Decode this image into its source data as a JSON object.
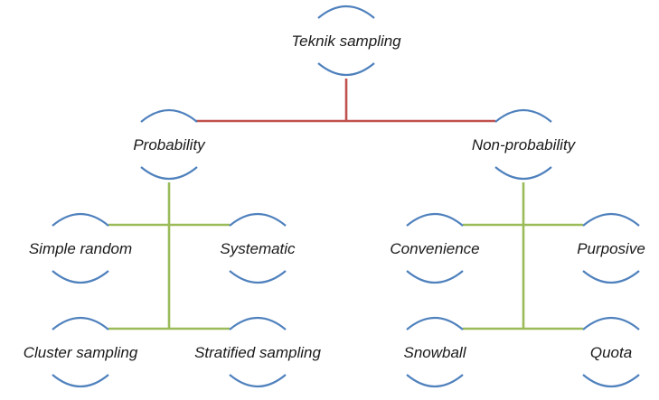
{
  "diagram": {
    "root": {
      "label": "Teknik sampling"
    },
    "branches": [
      {
        "label": "Probability",
        "children": [
          "Simple random",
          "Systematic",
          "Cluster sampling",
          "Stratified sampling"
        ]
      },
      {
        "label": "Non-probability",
        "children": [
          "Convenience",
          "Purposive",
          "Snowball",
          "Quota"
        ]
      }
    ]
  },
  "colors": {
    "arc": "#4f81bd",
    "root_connector": "#c0504d",
    "branch_connector": "#9bbb59",
    "text": "#1a1a1a"
  }
}
